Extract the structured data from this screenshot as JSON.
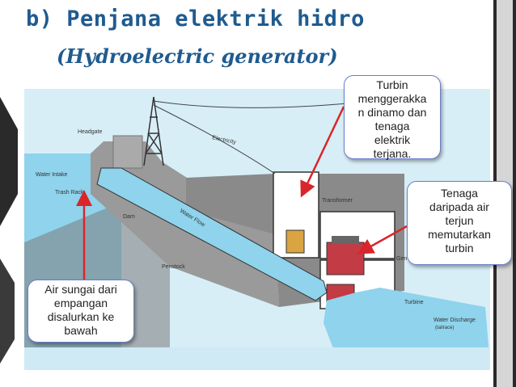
{
  "slide": {
    "title": "b) Penjana elektrik hidro",
    "subtitle": "(Hydroelectric generator)"
  },
  "diagram_labels": {
    "headgate": "Headgate",
    "electricity": "Electricity",
    "water_intake": "Water Intake",
    "trash_rack": "Trash Rack",
    "dam": "Dam",
    "water_flow": "Water Flow",
    "penstock": "Penstock",
    "transformer": "Transformer",
    "generator": "Gen",
    "turbine": "Turbine",
    "water_discharge": "Water Discharge",
    "tailrace": "(tailrace)"
  },
  "callouts": {
    "turbine_drives": "Turbin\nmenggerakka\nn dinamo dan\ntenaga\nelektrik\nterjana.",
    "falling_water": "Tenaga\ndaripada air\nterjun\nmemutarkan\nturbin",
    "river_water": "Air  sungai dari\nempangan\ndisalurkan ke\nbawah"
  },
  "colors": {
    "title": "#1f5b8f",
    "sky": "#d7eef7",
    "water": "#7ecbe6",
    "concrete": "#9a9a9a",
    "arrow": "#d9262a",
    "callout_border": "#6b7ec9"
  }
}
